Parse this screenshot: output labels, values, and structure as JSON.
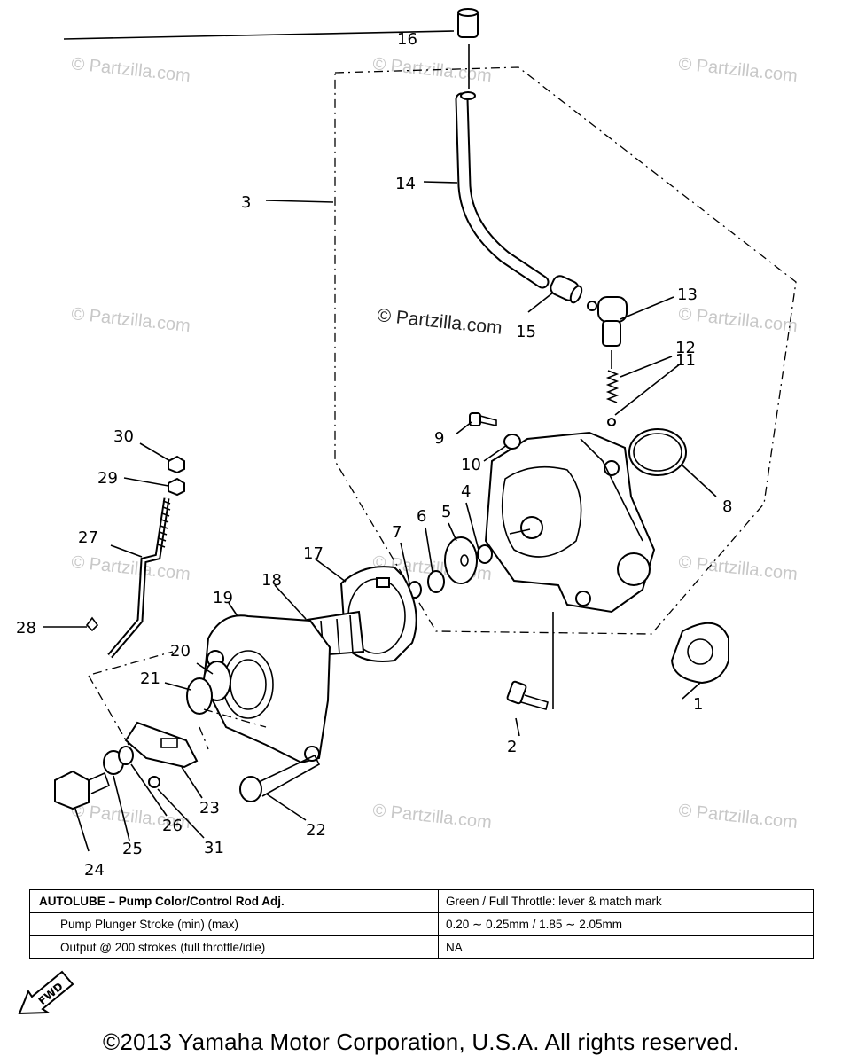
{
  "diagram": {
    "callouts": [
      "1",
      "2",
      "3",
      "4",
      "5",
      "6",
      "7",
      "8",
      "9",
      "10",
      "11",
      "12",
      "13",
      "14",
      "15",
      "16",
      "17",
      "18",
      "19",
      "20",
      "21",
      "22",
      "23",
      "24",
      "25",
      "26",
      "27",
      "28",
      "29",
      "30",
      "31"
    ],
    "watermark": "© Partzilla.com"
  },
  "spec_table": {
    "rows": [
      {
        "label": "AUTOLUBE – Pump Color/Control Rod Adj.",
        "value": "Green / Full Throttle:  lever & match mark"
      },
      {
        "label": "Pump Plunger Stroke (min) (max)",
        "value": "0.20 ∼ 0.25mm / 1.85 ∼ 2.05mm"
      },
      {
        "label": "Output @ 200 strokes (full throttle/idle)",
        "value": "NA"
      }
    ]
  },
  "fwd_label": "FWD",
  "copyright": "©2013  Yamaha Motor Corporation, U.S.A. All rights reserved."
}
